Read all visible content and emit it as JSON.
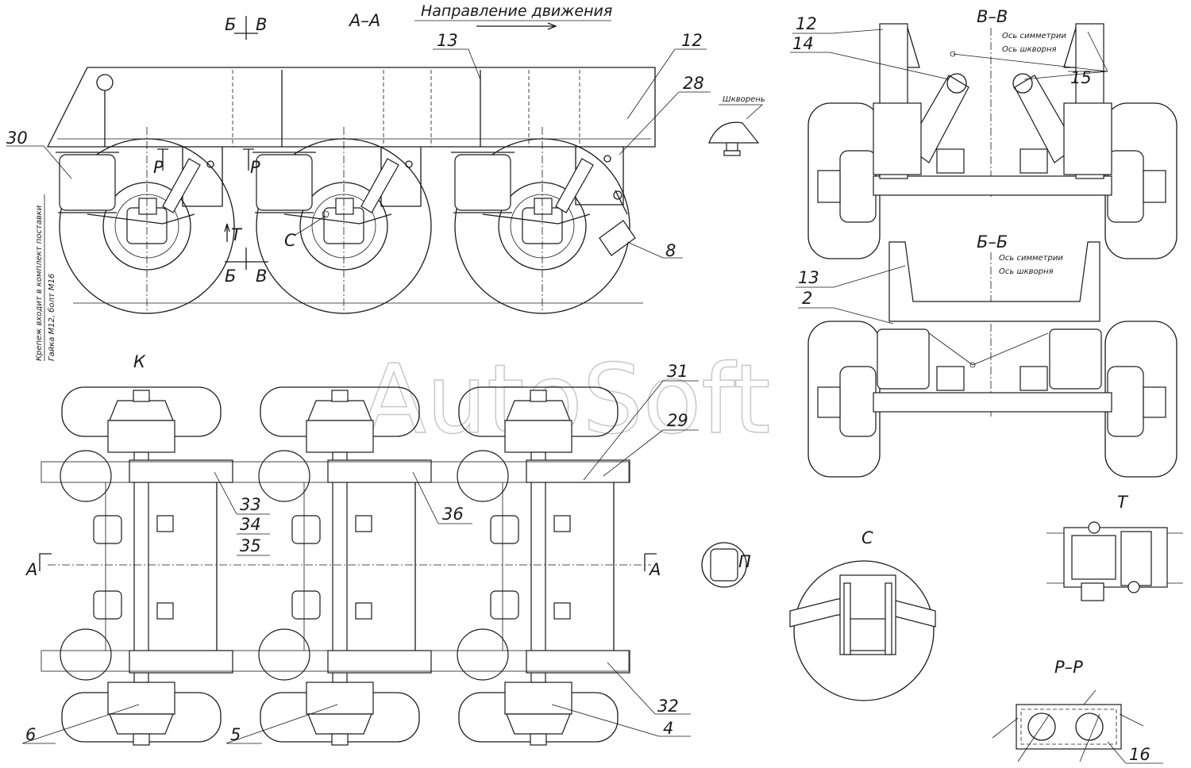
{
  "watermark": "AutoSoft",
  "section_titles": {
    "aa": "А–А",
    "vv": "В–В",
    "bb": "Б–Б",
    "k": "К",
    "c": "С",
    "t": "Т",
    "pp": "Р–Р",
    "p_view": "П"
  },
  "labels": {
    "direction": "Направление движения",
    "kingpin": "Шкворень",
    "symmetry_axis": "Ось симметрии",
    "kingpin_axis": "Ось шкворня",
    "fastener_note_1": "Крепеж входит в комплект поставки",
    "fastener_note_2": "Гайка М12, болт М16"
  },
  "section_marks": {
    "b": "Б",
    "v": "В",
    "a": "А",
    "r": "Р",
    "t": "Т",
    "c": "С"
  },
  "callouts": {
    "n2": "2",
    "n4": "4",
    "n5": "5",
    "n6": "6",
    "n8": "8",
    "n12": "12",
    "n13": "13",
    "n14": "14",
    "n15": "15",
    "n16": "16",
    "n28": "28",
    "n29": "29",
    "n30": "30",
    "n31": "31",
    "n32": "32",
    "n33": "33",
    "n34": "34",
    "n35": "35",
    "n36": "36"
  }
}
